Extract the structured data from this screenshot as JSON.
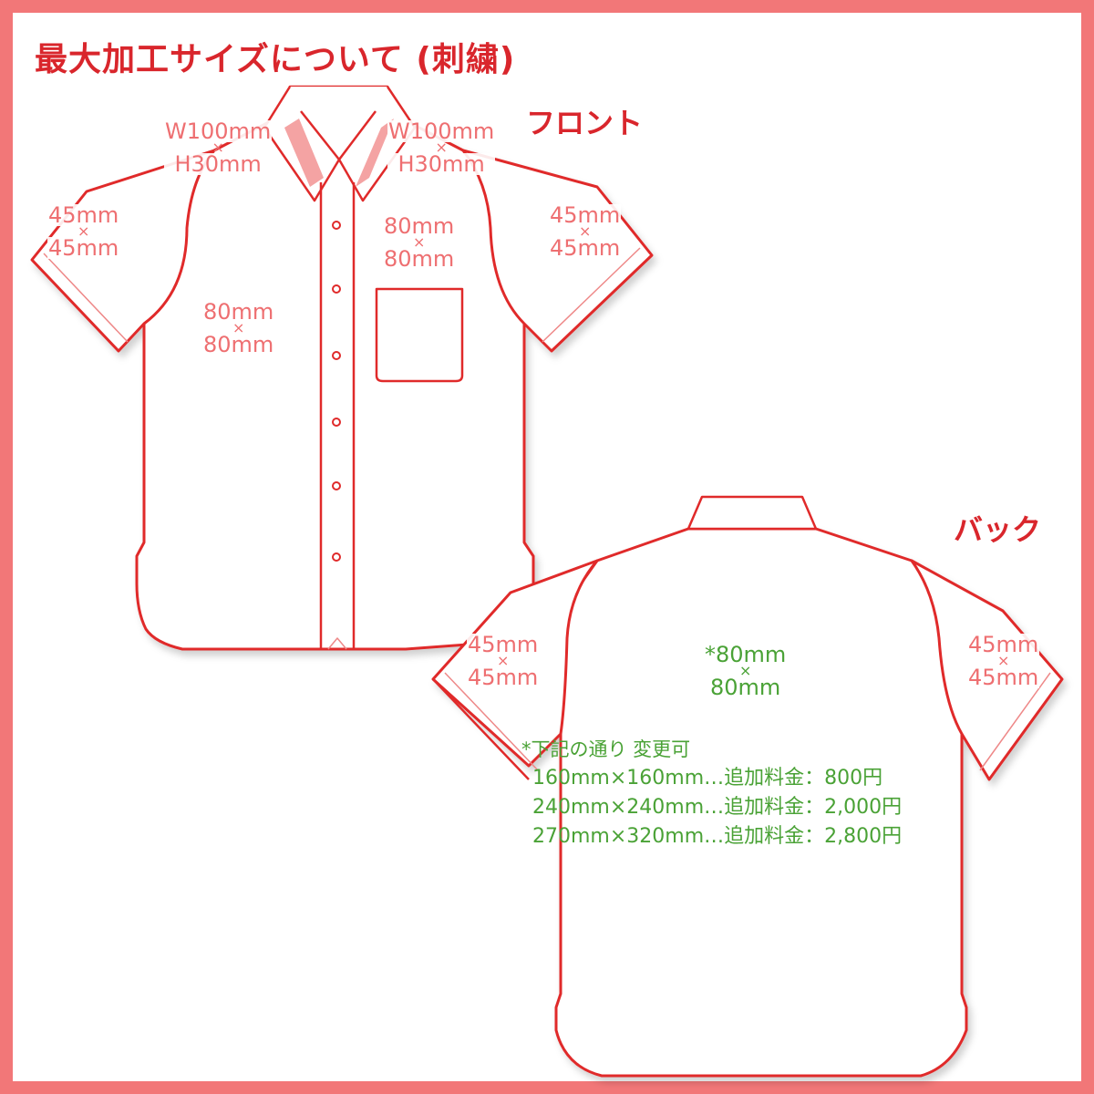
{
  "title": "最大加工サイズについて (刺繍)",
  "colors": {
    "frame": "#f27778",
    "title": "#d9262c",
    "outline": "#e02a2a",
    "dimension_red": "#ee6f71",
    "dimension_green": "#4aa236"
  },
  "front": {
    "label": "フロント",
    "dimensions": {
      "collar_left": {
        "top": "W100mm",
        "x": "×",
        "bottom": "H30mm"
      },
      "collar_right": {
        "top": "W100mm",
        "x": "×",
        "bottom": "H30mm"
      },
      "sleeve_left": {
        "top": "45mm",
        "x": "×",
        "bottom": "45mm"
      },
      "sleeve_right": {
        "top": "45mm",
        "x": "×",
        "bottom": "45mm"
      },
      "chest_left": {
        "top": "80mm",
        "x": "×",
        "bottom": "80mm"
      },
      "pocket_right": {
        "top": "80mm",
        "x": "×",
        "bottom": "80mm"
      }
    }
  },
  "back": {
    "label": "バック",
    "dimensions": {
      "sleeve_left": {
        "top": "45mm",
        "x": "×",
        "bottom": "45mm"
      },
      "sleeve_right": {
        "top": "45mm",
        "x": "×",
        "bottom": "45mm"
      },
      "center": {
        "top": "*80mm",
        "x": "×",
        "bottom": "80mm"
      }
    },
    "note": {
      "heading": "*下記の通り 変更可",
      "options": [
        "160mm×160mm…追加料金：800円",
        "240mm×240mm…追加料金：2,000円",
        "270mm×320mm…追加料金：2,800円"
      ]
    }
  }
}
